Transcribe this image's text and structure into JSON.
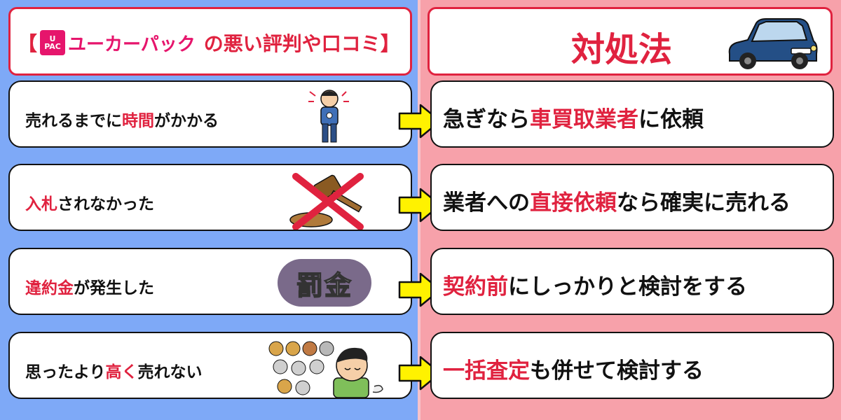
{
  "colors": {
    "left_bg": "#7ea9f7",
    "right_bg": "#f7a1aa",
    "accent_red": "#e0223f",
    "arrow_yellow": "#fff200",
    "upac_pink": "#e6156c"
  },
  "header_left": {
    "bracket_open": "【",
    "logo_line1": "U",
    "logo_line2": "PAC",
    "brand": "ユーカーパック",
    "rest": "の悪い評判や口コミ",
    "bracket_close": "】"
  },
  "header_right": {
    "title": "対処法",
    "icon": "car-icon"
  },
  "rows": [
    {
      "left": {
        "pre": "売れるまでに",
        "red": "時間",
        "post": "がかかる"
      },
      "right": {
        "pre": "急ぎなら",
        "red": "車買取業者",
        "post": "に依頼"
      },
      "illustration": "waiting-man-icon"
    },
    {
      "left": {
        "pre": "",
        "red": "入札",
        "post": "されなかった"
      },
      "right": {
        "pre": "業者への",
        "red": "直接依頼",
        "post": "なら確実に売れる"
      },
      "illustration": "crossed-gavel-icon"
    },
    {
      "left": {
        "pre": "",
        "red": "違約金",
        "post": "が発生した"
      },
      "right": {
        "pre": "",
        "red": "契約前",
        "post": "にしっかりと検討をする"
      },
      "illustration": "penalty-badge-icon",
      "badge_text": "罰金"
    },
    {
      "left": {
        "pre": "思ったより",
        "red": "高く",
        "post": "売れない"
      },
      "right": {
        "pre": "",
        "red": "一括査定",
        "post": "も併せて検討する"
      },
      "illustration": "disappointed-man-coins-icon"
    }
  ]
}
